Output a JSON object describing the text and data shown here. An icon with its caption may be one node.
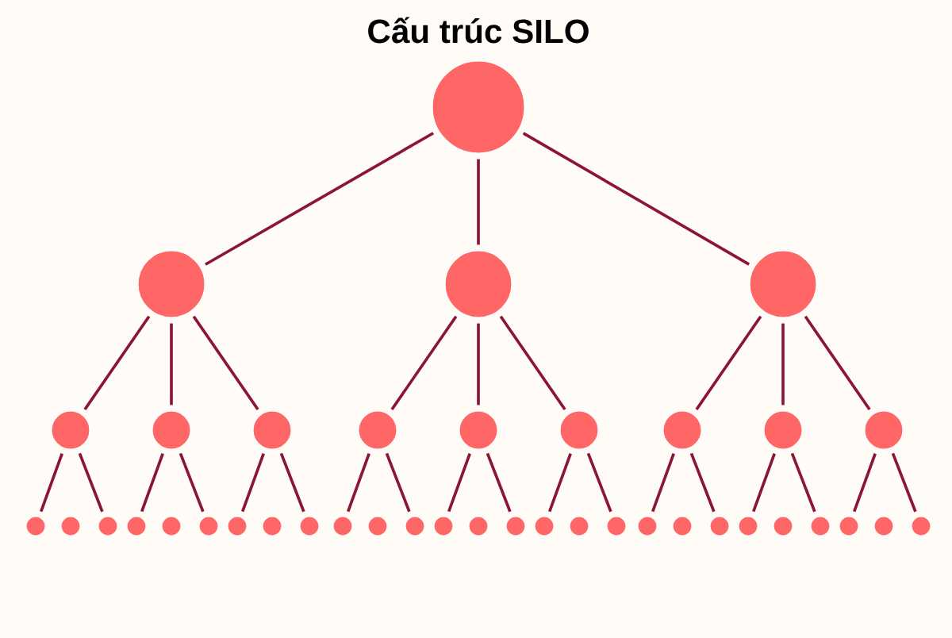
{
  "diagram": {
    "title": "Cấu trúc SILO",
    "nodes": [
      {
        "text": [],
        "shape": "circle"
      },
      {
        "text": [],
        "shape": "circle"
      },
      {
        "text": [],
        "shape": "circle"
      },
      {
        "text": [],
        "shape": "circle"
      },
      {
        "text": [],
        "shape": "circle"
      },
      {
        "text": [],
        "shape": "circle"
      },
      {
        "text": [],
        "shape": "circle"
      },
      {
        "text": [],
        "shape": "circle"
      },
      {
        "text": [],
        "shape": "circle"
      },
      {
        "text": [],
        "shape": "circle"
      },
      {
        "text": [],
        "shape": "circle"
      },
      {
        "text": [],
        "shape": "circle"
      },
      {
        "text": [],
        "shape": "circle"
      },
      {
        "text": [],
        "shape": "circle"
      },
      {
        "text": [],
        "shape": "circle"
      },
      {
        "text": [],
        "shape": "circle"
      },
      {
        "text": [],
        "shape": "circle"
      },
      {
        "text": [],
        "shape": "circle"
      },
      {
        "text": [],
        "shape": "circle"
      },
      {
        "text": [],
        "shape": "circle"
      },
      {
        "text": [],
        "shape": "circle"
      },
      {
        "text": [],
        "shape": "circle"
      },
      {
        "text": [],
        "shape": "circle"
      },
      {
        "text": [],
        "shape": "circle"
      },
      {
        "text": [],
        "shape": "circle"
      },
      {
        "text": [],
        "shape": "circle"
      },
      {
        "text": [],
        "shape": "circle"
      },
      {
        "text": [],
        "shape": "circle"
      },
      {
        "text": [],
        "shape": "circle"
      },
      {
        "text": [],
        "shape": "circle"
      },
      {
        "text": [],
        "shape": "circle"
      },
      {
        "text": [],
        "shape": "circle"
      },
      {
        "text": [],
        "shape": "circle"
      },
      {
        "text": [],
        "shape": "circle"
      },
      {
        "text": [],
        "shape": "circle"
      },
      {
        "text": [],
        "shape": "circle"
      },
      {
        "text": [],
        "shape": "circle"
      },
      {
        "text": [],
        "shape": "circle"
      },
      {
        "text": [],
        "shape": "circle"
      },
      {
        "text": [],
        "shape": "circle"
      }
    ],
    "edges": [
      {
        "from": 0,
        "to": 1,
        "arrow": "none"
      },
      {
        "from": 0,
        "to": 2,
        "arrow": "none"
      },
      {
        "from": 0,
        "to": 3,
        "arrow": "none"
      },
      {
        "from": 1,
        "to": 4,
        "arrow": "none"
      },
      {
        "from": 1,
        "to": 5,
        "arrow": "none"
      },
      {
        "from": 1,
        "to": 6,
        "arrow": "none"
      },
      {
        "from": 2,
        "to": 7,
        "arrow": "none"
      },
      {
        "from": 2,
        "to": 8,
        "arrow": "none"
      },
      {
        "from": 2,
        "to": 9,
        "arrow": "none"
      },
      {
        "from": 3,
        "to": 10,
        "arrow": "none"
      },
      {
        "from": 3,
        "to": 11,
        "arrow": "none"
      },
      {
        "from": 3,
        "to": 12,
        "arrow": "none"
      },
      {
        "from": 4,
        "to": 13,
        "arrow": "none"
      },
      {
        "from": 4,
        "to": 15,
        "arrow": "none"
      },
      {
        "from": 5,
        "to": 16,
        "arrow": "none"
      },
      {
        "from": 5,
        "to": 18,
        "arrow": "none"
      },
      {
        "from": 6,
        "to": 19,
        "arrow": "none"
      },
      {
        "from": 6,
        "to": 21,
        "arrow": "none"
      },
      {
        "from": 7,
        "to": 22,
        "arrow": "none"
      },
      {
        "from": 7,
        "to": 24,
        "arrow": "none"
      },
      {
        "from": 8,
        "to": 25,
        "arrow": "none"
      },
      {
        "from": 8,
        "to": 27,
        "arrow": "none"
      },
      {
        "from": 9,
        "to": 28,
        "arrow": "none"
      },
      {
        "from": 9,
        "to": 30,
        "arrow": "none"
      },
      {
        "from": 10,
        "to": 31,
        "arrow": "none"
      },
      {
        "from": 10,
        "to": 33,
        "arrow": "none"
      },
      {
        "from": 11,
        "to": 34,
        "arrow": "none"
      },
      {
        "from": 11,
        "to": 36,
        "arrow": "none"
      },
      {
        "from": 12,
        "to": 37,
        "arrow": "none"
      },
      {
        "from": 12,
        "to": 39,
        "arrow": "none"
      }
    ]
  }
}
